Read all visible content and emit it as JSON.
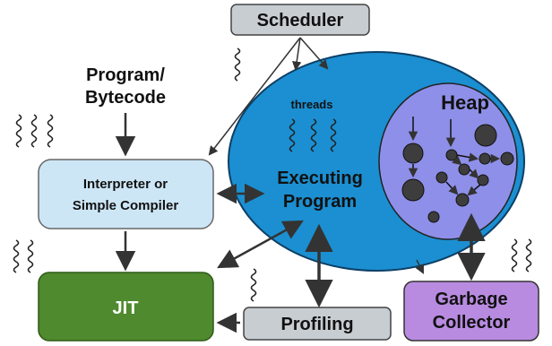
{
  "nodes": {
    "scheduler": "Scheduler",
    "program_line1": "Program/",
    "program_line2": "Bytecode",
    "interp_line1": "Interpreter or",
    "interp_line2": "Simple Compiler",
    "jit": "JIT",
    "threads": "threads",
    "exec_line1": "Executing",
    "exec_line2": "Program",
    "heap": "Heap",
    "profiling": "Profiling",
    "gc_line1": "Garbage",
    "gc_line2": "Collector"
  },
  "colors": {
    "scheduler_fill": "#c8cdd2",
    "interp_fill": "#cde6f6",
    "jit_fill": "#4f8a2e",
    "program_ellipse": "#1b8fd1",
    "heap_fill": "#8e8fe8",
    "profiling_fill": "#c8cdd2",
    "gc_fill": "#b88be0",
    "object_fill": "#3d3d3d",
    "arrow": "#333333"
  },
  "icons": [
    "thread-squiggle-icon",
    "heap-object-icon"
  ]
}
